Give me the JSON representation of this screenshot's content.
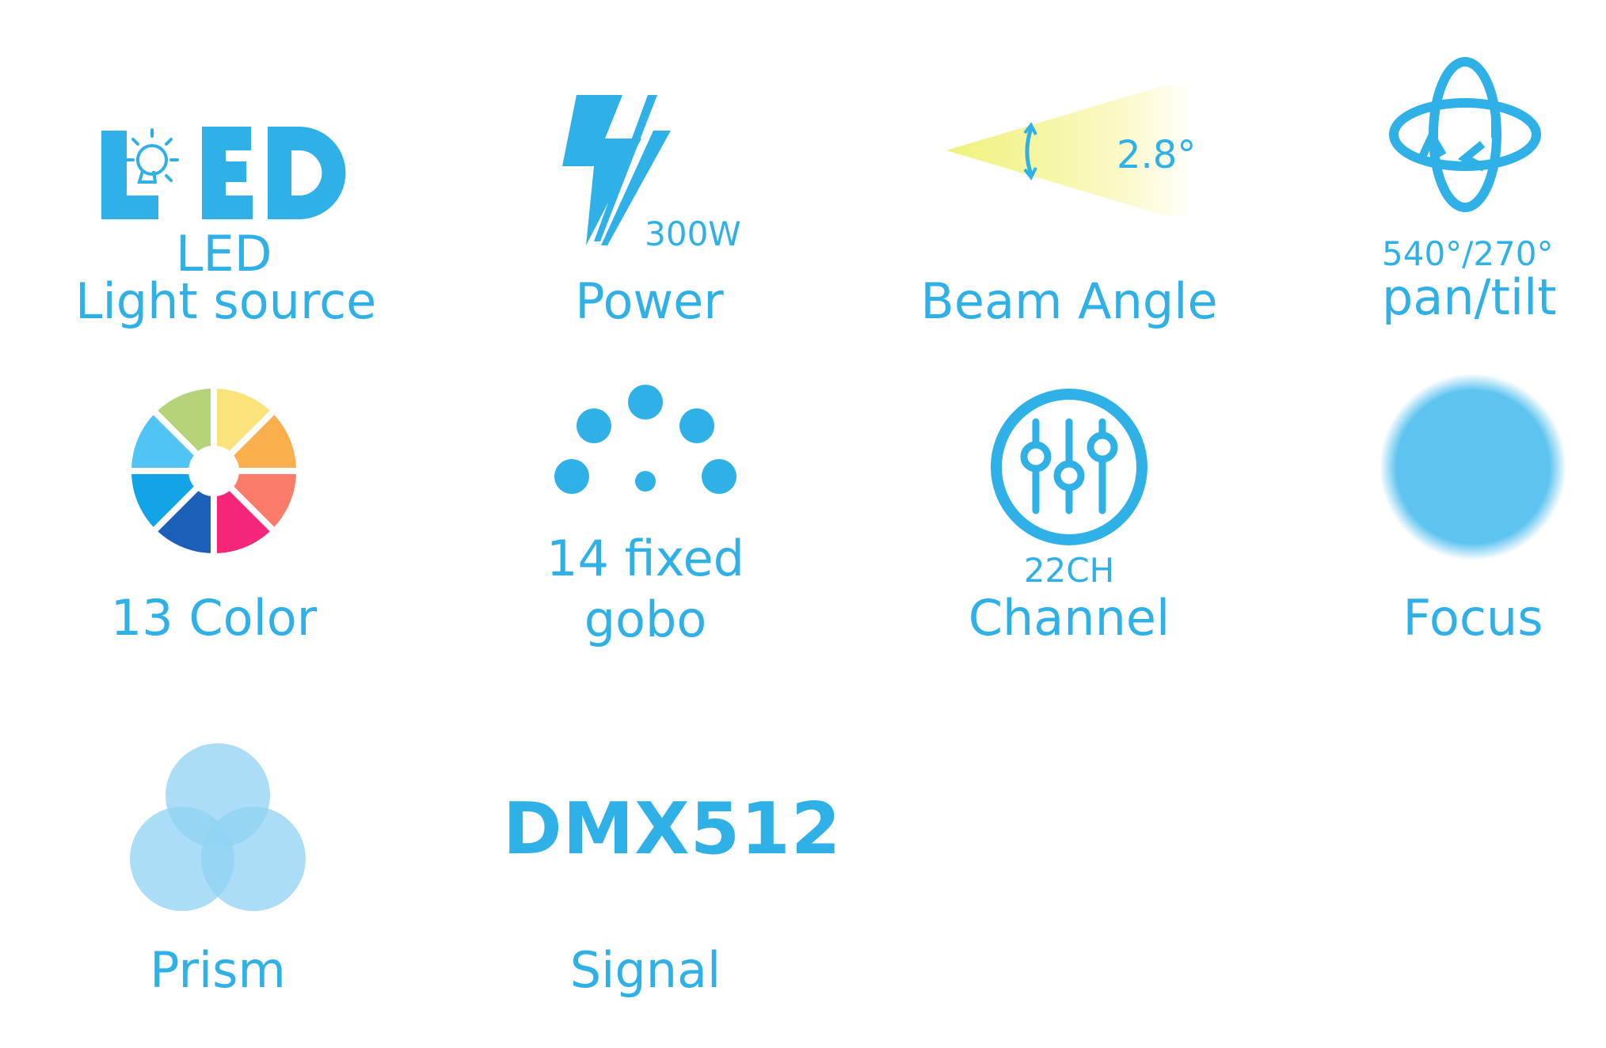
{
  "colors": {
    "accent": "#2fb0e6",
    "beam": "#f3f59a",
    "focus": "#5ec4ef",
    "prism": "#8fd3f3"
  },
  "features": {
    "led": {
      "icon_text": "LED",
      "line1": "LED",
      "line2": "Light source",
      "icon": "led-bulb-icon"
    },
    "power": {
      "value": "300W",
      "label": "Power",
      "icon": "lightning-bolt-icon"
    },
    "beam": {
      "value": "2.8°",
      "label": "Beam Angle",
      "icon": "beam-cone-icon"
    },
    "pantilt": {
      "value": "540°/270°",
      "label": "pan/tilt",
      "icon": "rotate-axes-icon"
    },
    "color": {
      "label": "13 Color",
      "icon": "color-wheel-icon"
    },
    "gobo": {
      "line1": "14 fixed",
      "line2": "gobo",
      "icon": "gobo-dots-icon"
    },
    "channel": {
      "value": "22CH",
      "label": "Channel",
      "icon": "sliders-icon"
    },
    "focus": {
      "label": "Focus",
      "icon": "blur-circle-icon"
    },
    "prism": {
      "label": "Prism",
      "icon": "prism-circles-icon"
    },
    "signal": {
      "value": "DMX512",
      "label": "Signal"
    }
  }
}
